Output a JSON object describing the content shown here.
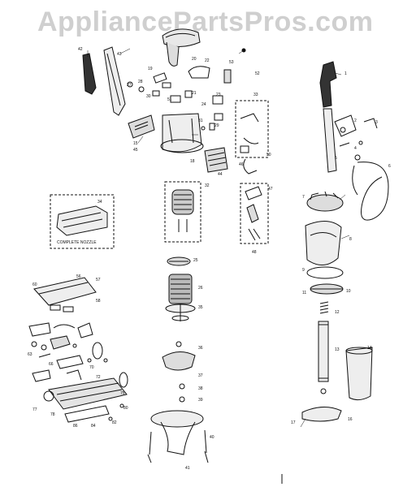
{
  "watermark": "AppliancePartsPros.com",
  "inset_caption": "COMPLETE NOZZLE",
  "inset_number": "34",
  "part_numbers": {
    "p1": "1",
    "p2": "2",
    "p3": "3",
    "p4": "4",
    "p5": "5",
    "p6": "6",
    "p7": "7",
    "p8": "8",
    "p9": "9",
    "p10": "10",
    "p11": "11",
    "p12": "12",
    "p13": "13",
    "p14": "14",
    "p15": "15",
    "p16": "16",
    "p17": "17",
    "p18": "18",
    "p19": "19",
    "p20": "20",
    "p21": "21",
    "p22": "22",
    "p23": "23",
    "p24": "24",
    "p25": "25",
    "p26": "26",
    "p27": "27",
    "p28": "28",
    "p29": "29",
    "p30": "30",
    "p31": "31",
    "p32": "32",
    "p33": "33",
    "p35": "35",
    "p36": "36",
    "p37": "37",
    "p38": "38",
    "p39": "39",
    "p40": "40",
    "p41": "41",
    "p42": "42",
    "p43": "43",
    "p44": "44",
    "p45": "45",
    "p46": "46",
    "p47": "47",
    "p48": "48",
    "p50": "50",
    "p51": "51",
    "p52": "52",
    "p53": "53",
    "p56": "56",
    "p57": "57",
    "p58": "58",
    "p60": "60",
    "p63": "63",
    "p66": "66",
    "p70": "70",
    "p72": "72",
    "p75": "75",
    "p77": "77",
    "p78": "78",
    "p80": "80",
    "p82": "82",
    "p84": "84",
    "p86": "86"
  }
}
